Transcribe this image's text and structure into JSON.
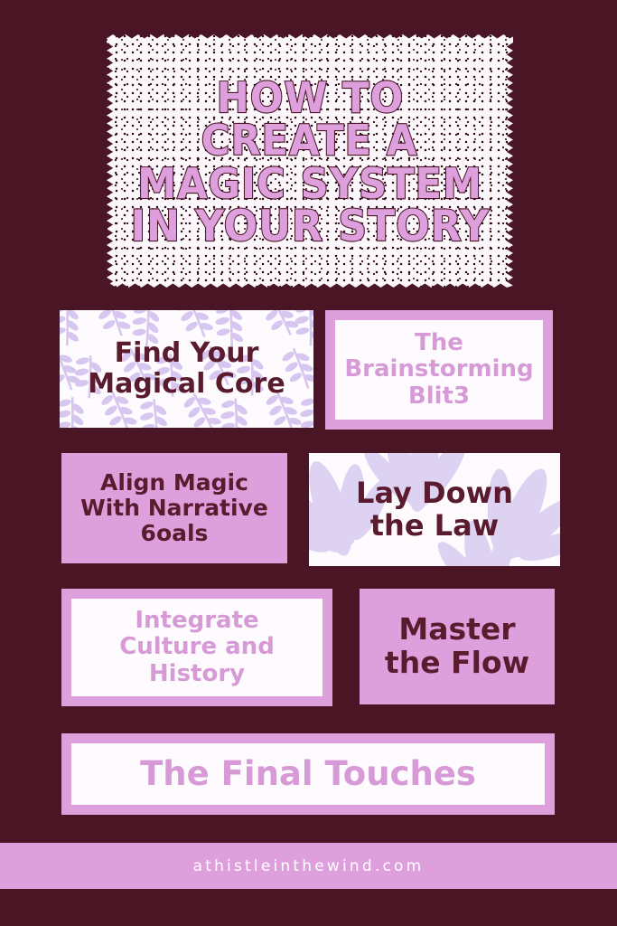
{
  "colors": {
    "background": "#4a1626",
    "orchid": "#dda0dd",
    "orchid_text": "#d79ad7",
    "dark_text": "#5a1b2e",
    "card_white": "#fdfbfe",
    "leaf_light": "#ddd0f0",
    "footer_text": "#ffffff"
  },
  "title": {
    "lines": [
      "HOW TO",
      "CREATE A",
      "MAGIC SYSTEM",
      "IN YOUR STORY"
    ],
    "full_text": "HOW TO CREATE A MAGIC SYSTEM IN YOUR STORY"
  },
  "cards": [
    {
      "id": "find-your-magical-core",
      "lines": [
        "Find Your",
        "Magical Core"
      ],
      "style": "sprig",
      "text_color": "dark",
      "font_size": 30
    },
    {
      "id": "the-brainstorming-blitz",
      "lines": [
        "The",
        "Brainstorming",
        "Blit3"
      ],
      "style": "bordered",
      "text_color": "orchid",
      "font_size": 26
    },
    {
      "id": "align-magic-with-narrative-goals",
      "lines": [
        "Align Magic",
        "With Narrative",
        "6oals"
      ],
      "style": "solid",
      "text_color": "dark",
      "font_size": 25
    },
    {
      "id": "lay-down-the-law",
      "lines": [
        "Lay Down",
        "the Law"
      ],
      "style": "frond",
      "text_color": "dark",
      "font_size": 32
    },
    {
      "id": "integrate-culture-and-history",
      "lines": [
        "Integrate",
        "Culture and",
        "History"
      ],
      "style": "bordered",
      "text_color": "orchid",
      "font_size": 26
    },
    {
      "id": "master-the-flow",
      "lines": [
        "Master",
        "the Flow"
      ],
      "style": "solid",
      "text_color": "dark",
      "font_size": 33
    },
    {
      "id": "the-final-touches",
      "lines": [
        "The Final Touches"
      ],
      "style": "bordered",
      "text_color": "orchid",
      "font_size": 37
    }
  ],
  "footer": {
    "website": "athistleinthewind.com"
  }
}
